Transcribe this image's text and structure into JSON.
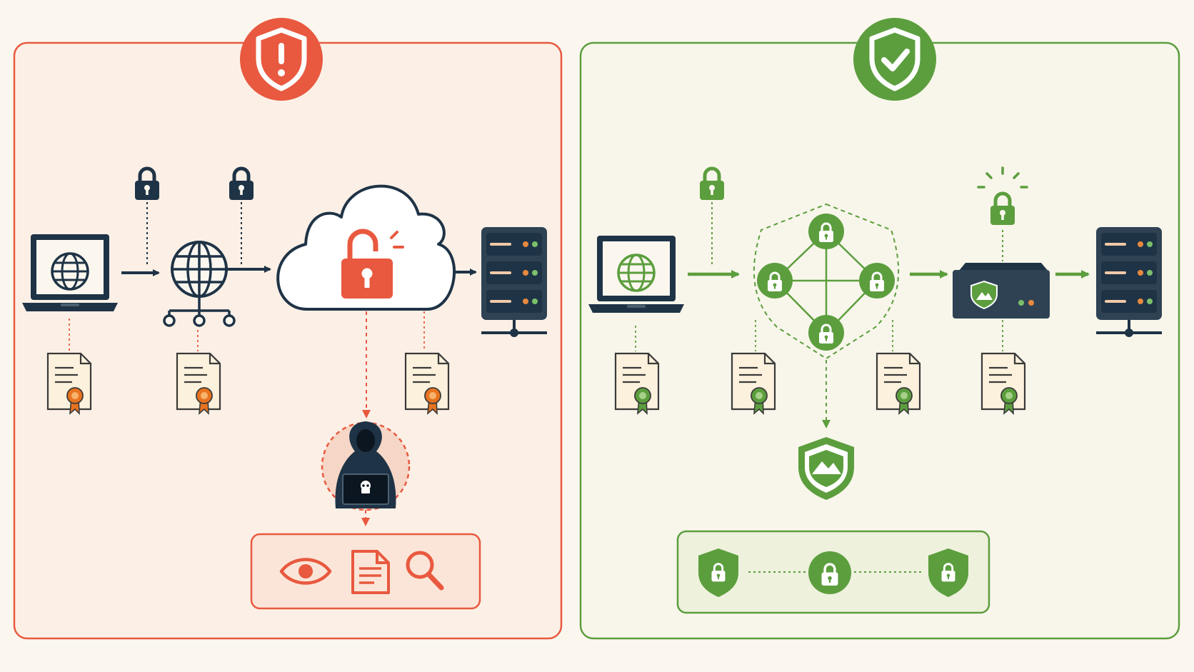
{
  "colors": {
    "background": "#fbf7ef",
    "insecure_accent": "#e8593f",
    "insecure_panel_fill": "#fcf0e6",
    "secure_accent": "#5c9e3e",
    "secure_panel_fill": "#f8f6ea",
    "node_dark": "#1f3346",
    "server_dark": "#2e4254",
    "certificate_fill": "#fbf1dc",
    "seal_orange": "#e8731f",
    "seal_green": "#5c9e3e"
  },
  "insecure_panel": {
    "badge_icon": "shield-exclamation-icon",
    "nodes": [
      "laptop-icon",
      "network-globe-icon",
      "cloud-icon",
      "server-icon"
    ],
    "cloud_lock": "unlocked-padlock-icon",
    "transit_locks": 2,
    "certificates": 3,
    "attacker_icon": "hacker-icon",
    "exposed_actions": [
      "eye-icon",
      "document-icon",
      "magnifier-icon"
    ]
  },
  "secure_panel": {
    "badge_icon": "shield-check-icon",
    "nodes": [
      "laptop-icon",
      "encrypted-mesh-icon",
      "security-appliance-icon",
      "server-icon"
    ],
    "mesh_locks": 4,
    "transit_locks": 2,
    "certificates": 4,
    "protection_icon": "shield-mountain-icon",
    "chain": [
      "shield-lock-icon",
      "lock-icon",
      "shield-lock-icon"
    ]
  }
}
